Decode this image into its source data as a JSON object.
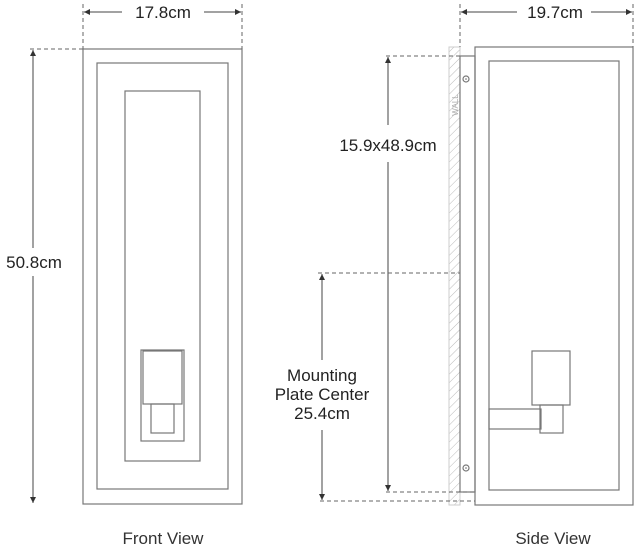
{
  "front_view": {
    "caption": "Front View",
    "width_label": "17.8cm",
    "height_label": "50.8cm"
  },
  "side_view": {
    "caption": "Side View",
    "depth_label": "19.7cm",
    "plate_label": "15.9x48.9cm",
    "mounting_label_line1": "Mounting",
    "mounting_label_line2": "Plate Center",
    "mounting_label_line3": "25.4cm",
    "wall_label": "WALL"
  }
}
